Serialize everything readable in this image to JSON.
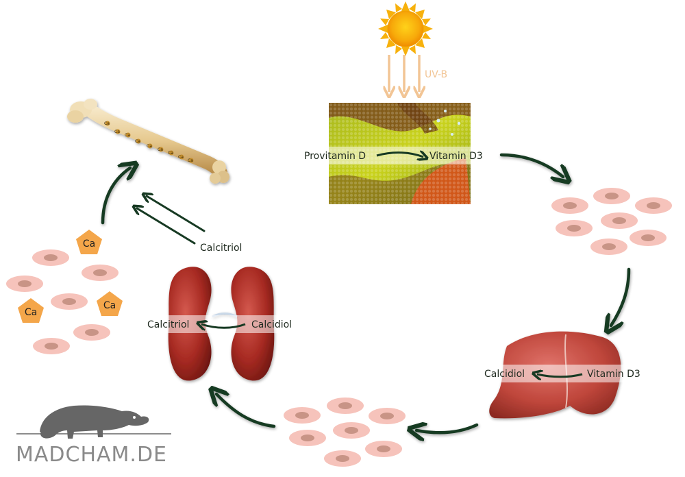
{
  "uv_label": "UV-B",
  "skin": {
    "from": "Provitamin D",
    "to": "Vitamin D3"
  },
  "liver": {
    "from": "Vitamin D3",
    "to": "Calcidiol"
  },
  "kidney": {
    "from": "Calcidiol",
    "to": "Calcitriol"
  },
  "calcitriol_label": "Calcitriol",
  "calcium_label": "Ca",
  "bone_calcium_label": "Ca",
  "brand": "MADCHAM.DE",
  "colors": {
    "arrow": "#173a23",
    "cell": "#f6c3bb",
    "cell_nucleus": "#c89486",
    "calcium": "#f4a64a",
    "uv_arrow": "#f2c595"
  }
}
